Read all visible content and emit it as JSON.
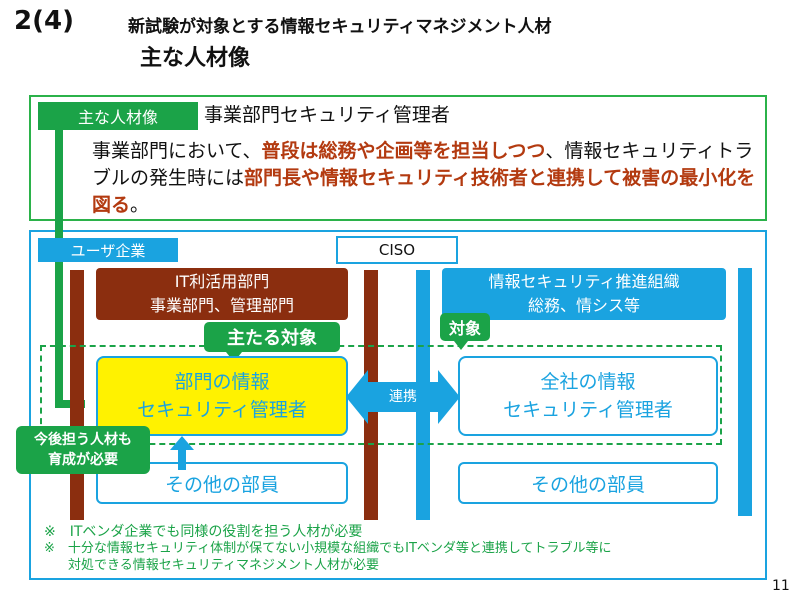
{
  "header": {
    "number": "2(4)",
    "title": "新試験が対象とする情報セキュリティマネジメント人材",
    "subtitle": "主な人材像"
  },
  "profile": {
    "tag": "主な人材像",
    "role": "事業部門セキュリティ管理者",
    "desc_1": "事業部門において、",
    "desc_hl_1": "普段は総務や企画等を担当しつつ",
    "desc_2": "、情報セキュリティトラブルの発生時には",
    "desc_hl_2": "部門長や情報セキュリティ技術者と連携して被害の最小化を図る",
    "desc_3": "。"
  },
  "diagram": {
    "user_company": "ユーザ企業",
    "ciso": "CISO",
    "it_dept_line1": "IT利活用部門",
    "it_dept_line2": "事業部門、管理部門",
    "sec_dept_line1": "情報セキュリティ推進組織",
    "sec_dept_line2": "総務、情シス等",
    "main_target": "主たる対象",
    "target": "対象",
    "dept_mgr_line1": "部門の情報",
    "dept_mgr_line2": "セキュリティ管理者",
    "corp_mgr_line1": "全社の情報",
    "corp_mgr_line2": "セキュリティ管理者",
    "cooperation": "連携",
    "other_members_1": "その他の部員",
    "other_members_2": "その他の部員",
    "future_line1": "今後担う人材も",
    "future_line2": "育成が必要"
  },
  "notes": {
    "note1": "※　ITベンダ企業でも同様の役割を担う人材が必要",
    "note2_line1": "※　十分な情報セキュリティ体制が保てない小規模な組織でもITベンダ等と連携してトラブル等に",
    "note2_line2": "対処できる情報セキュリティマネジメント人材が必要"
  },
  "page_number": "11",
  "colors": {
    "green": "#1ba348",
    "blue": "#1aa3e0",
    "brown": "#8b2e0f",
    "yellow": "#fff200",
    "highlight": "#b33a10"
  }
}
